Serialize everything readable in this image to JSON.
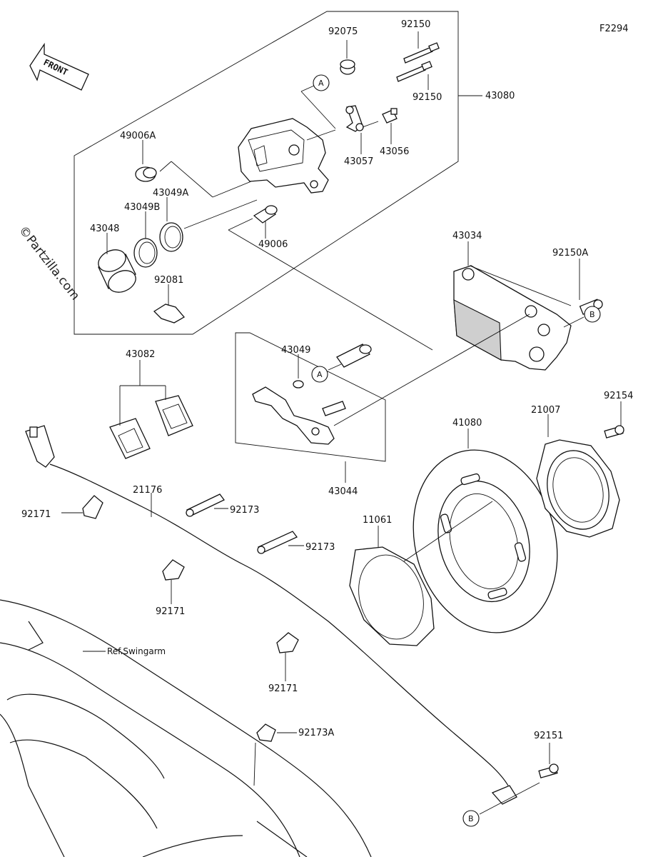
{
  "figure_id": "F2294",
  "watermark": "©Partzilla.com",
  "front_label": "FRONT",
  "reference_label": "Ref.Swingarm",
  "markers": {
    "a": "A",
    "b": "B"
  },
  "parts": [
    {
      "id": "p92075",
      "number": "92075"
    },
    {
      "id": "p92150_top",
      "number": "92150"
    },
    {
      "id": "p92150_bottom",
      "number": "92150"
    },
    {
      "id": "p43080",
      "number": "43080"
    },
    {
      "id": "p43057",
      "number": "43057"
    },
    {
      "id": "p43056",
      "number": "43056"
    },
    {
      "id": "p49006A",
      "number": "49006A"
    },
    {
      "id": "p43049A",
      "number": "43049A"
    },
    {
      "id": "p43049B",
      "number": "43049B"
    },
    {
      "id": "p43048",
      "number": "43048"
    },
    {
      "id": "p49006",
      "number": "49006"
    },
    {
      "id": "p92081",
      "number": "92081"
    },
    {
      "id": "p43034",
      "number": "43034"
    },
    {
      "id": "p92150A",
      "number": "92150A"
    },
    {
      "id": "p43082",
      "number": "43082"
    },
    {
      "id": "p43049",
      "number": "43049"
    },
    {
      "id": "p43044",
      "number": "43044"
    },
    {
      "id": "p92154",
      "number": "92154"
    },
    {
      "id": "p21007",
      "number": "21007"
    },
    {
      "id": "p41080",
      "number": "41080"
    },
    {
      "id": "p21176",
      "number": "21176"
    },
    {
      "id": "p92171_a",
      "number": "92171"
    },
    {
      "id": "p92173_a",
      "number": "92173"
    },
    {
      "id": "p92173_b",
      "number": "92173"
    },
    {
      "id": "p11061",
      "number": "11061"
    },
    {
      "id": "p92171_b",
      "number": "92171"
    },
    {
      "id": "p92171_c",
      "number": "92171"
    },
    {
      "id": "p92173A",
      "number": "92173A"
    },
    {
      "id": "p92151",
      "number": "92151"
    }
  ]
}
